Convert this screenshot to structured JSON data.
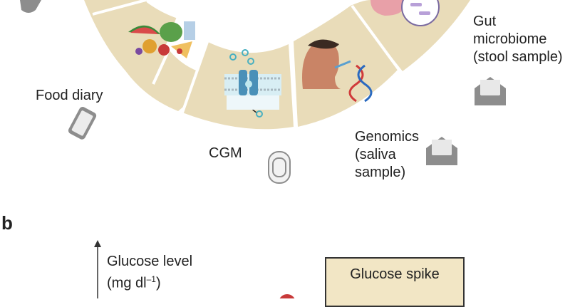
{
  "panel_a": {
    "labels": {
      "food_diary": "Food diary",
      "cgm": "CGM",
      "genomics": [
        "Genomics",
        "(saliva",
        "sample)"
      ],
      "gut": [
        "Gut",
        "microbiome",
        "(stool sample)"
      ]
    }
  },
  "panel_b": {
    "letter": "b",
    "y_axis_label": "Glucose level",
    "y_axis_unit_prefix": "(mg dl",
    "y_axis_unit_sup": "–1",
    "y_axis_unit_suffix": ")",
    "box_label": "Glucose spike"
  },
  "colors": {
    "ring": "#e9dcb9",
    "box_fill": "#f2e6c5",
    "icon_gray": "#8d8d8d"
  }
}
